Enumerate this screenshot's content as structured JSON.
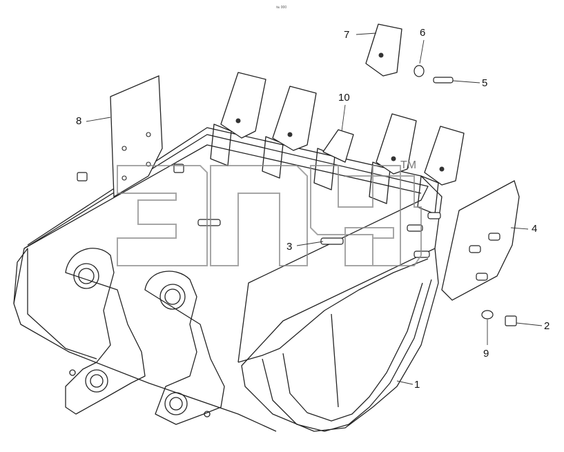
{
  "diagram": {
    "top_mark": "№ 000",
    "watermark": {
      "text": "эпцб",
      "trademark": "TM"
    },
    "callouts": [
      {
        "id": "c1",
        "label": "1"
      },
      {
        "id": "c2",
        "label": "2"
      },
      {
        "id": "c3",
        "label": "3"
      },
      {
        "id": "c4",
        "label": "4"
      },
      {
        "id": "c5",
        "label": "5"
      },
      {
        "id": "c6",
        "label": "6"
      },
      {
        "id": "c7",
        "label": "7"
      },
      {
        "id": "c8",
        "label": "8"
      },
      {
        "id": "c9",
        "label": "9"
      },
      {
        "id": "c10",
        "label": "10"
      }
    ]
  }
}
